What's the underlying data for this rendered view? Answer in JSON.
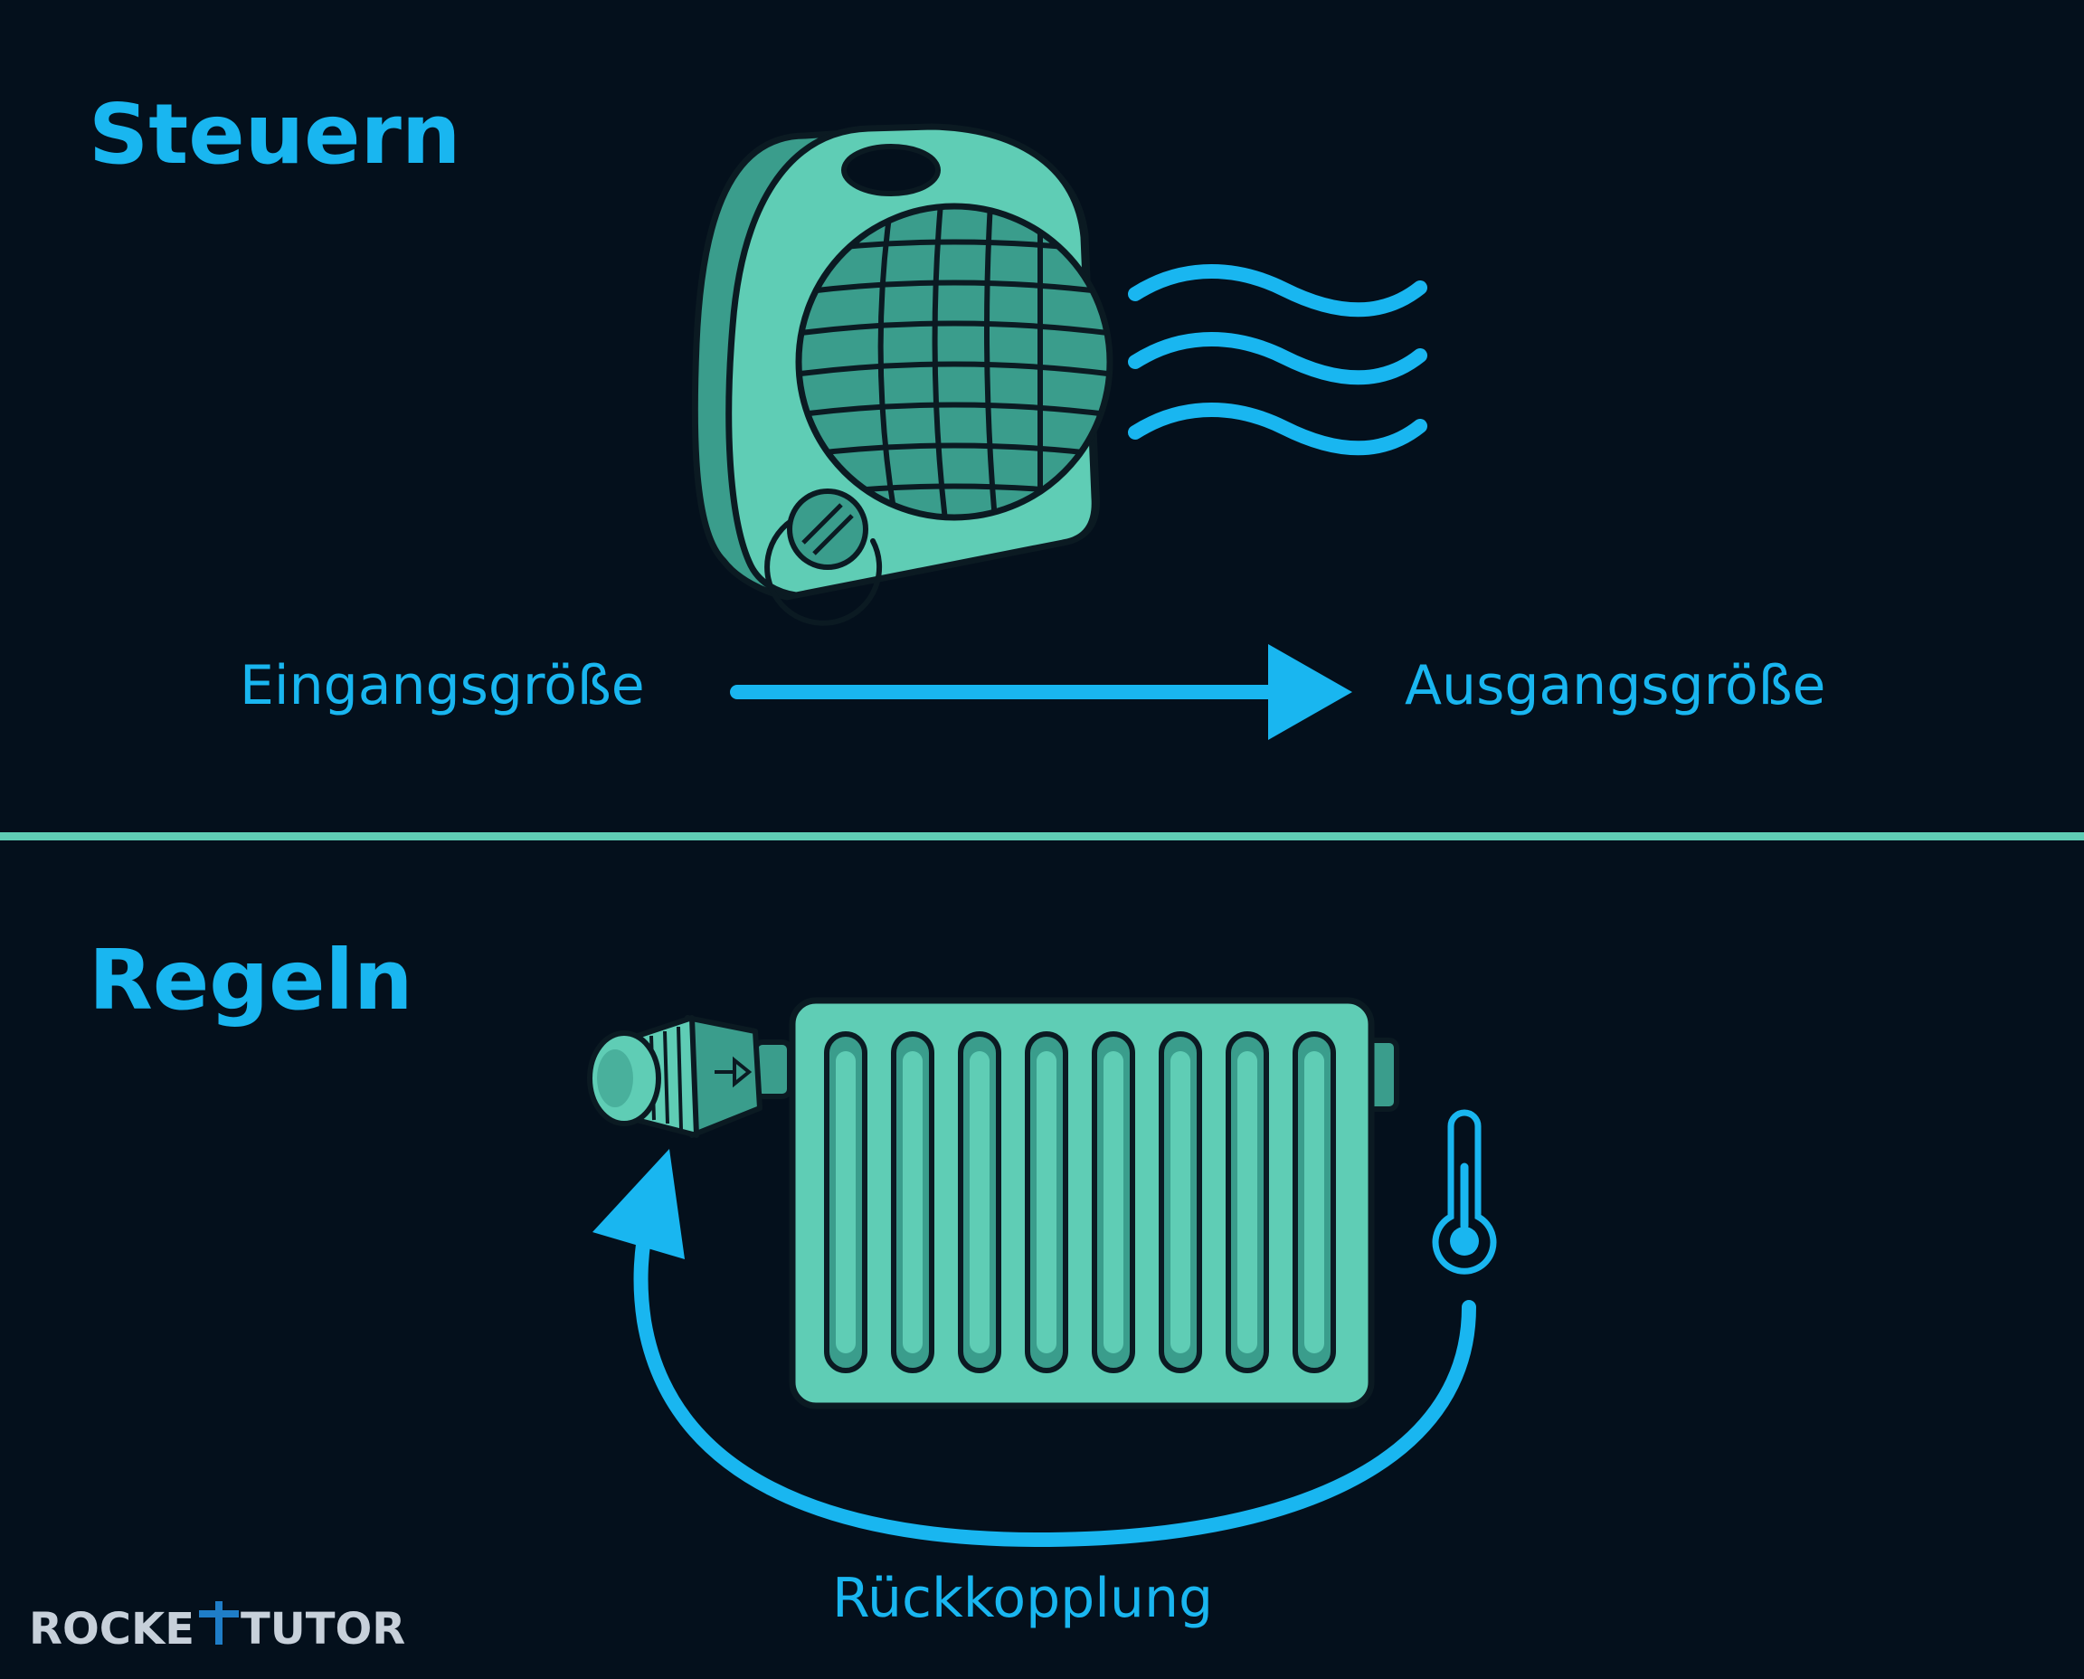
{
  "colors": {
    "background": "#04101c",
    "accent": "#19b6f0",
    "device": "#5fcdb5",
    "device_shadow": "#3a9d8c",
    "outline": "#0b1a22",
    "divider": "#5fcdb5",
    "brand": "#c7d0da"
  },
  "sections": {
    "steuern": {
      "title": "Steuern",
      "input_label": "Eingangsgröße",
      "output_label": "Ausgangsgröße",
      "device_icon": "fan-heater-icon"
    },
    "regeln": {
      "title": "Regeln",
      "feedback_label": "Rückkopplung",
      "device_icon": "radiator-icon",
      "valve_icon": "thermostat-valve-icon",
      "sensor_icon": "thermometer-icon"
    }
  },
  "brand": {
    "part1": "ROCKE",
    "part2": "TUTOR"
  }
}
